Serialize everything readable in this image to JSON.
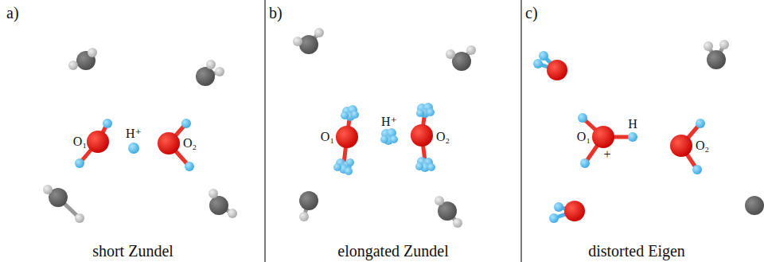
{
  "diagram": {
    "labels": [
      "a)",
      "O₁",
      "H⁺",
      "O₂",
      "short Zundel",
      "b)",
      "O₁",
      "H⁺",
      "O₂",
      "elongated Zundel",
      "c)",
      "O₁",
      "H",
      "+",
      "O₂",
      "distorted Eigen"
    ]
  }
}
